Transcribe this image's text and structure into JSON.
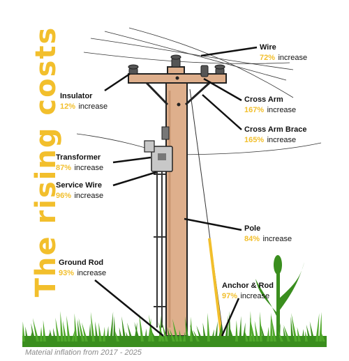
{
  "title": "The rising costs",
  "footer": "Material inflation from 2017 - 2025",
  "colors": {
    "accent": "#f2bf2c",
    "pole": "#deaf8c",
    "grass": "#3a8e1e",
    "text": "#111111"
  },
  "labels": [
    {
      "id": "wire",
      "name": "Wire",
      "pct": "72%",
      "word": "increase"
    },
    {
      "id": "insulator",
      "name": "Insulator",
      "pct": "12%",
      "word": "increase"
    },
    {
      "id": "cross-arm",
      "name": "Cross Arm",
      "pct": "167%",
      "word": "increase"
    },
    {
      "id": "cross-arm-brace",
      "name": "Cross Arm Brace",
      "pct": "165%",
      "word": "increase"
    },
    {
      "id": "transformer",
      "name": "Transformer",
      "pct": "87%",
      "word": "increase"
    },
    {
      "id": "service-wire",
      "name": "Service Wire",
      "pct": "96%",
      "word": "increase"
    },
    {
      "id": "pole",
      "name": "Pole",
      "pct": "84%",
      "word": "increase"
    },
    {
      "id": "ground-rod",
      "name": "Ground Rod",
      "pct": "93%",
      "word": "increase"
    },
    {
      "id": "anchor-rod",
      "name": "Anchor & Rod",
      "pct": "97%",
      "word": "increase"
    }
  ]
}
